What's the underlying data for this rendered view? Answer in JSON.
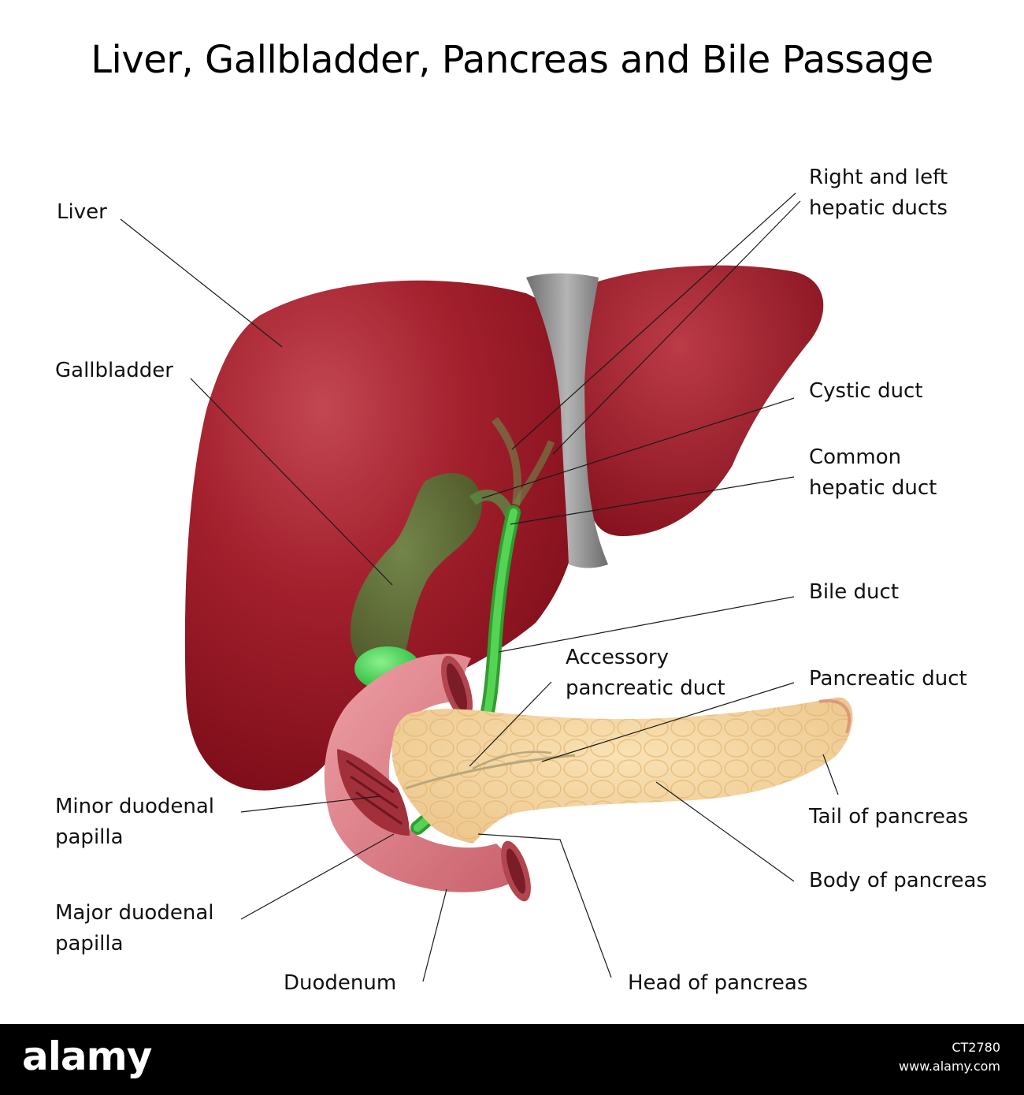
{
  "title": "Liver, Gallbladder, Pancreas and Bile Passage",
  "labels": {
    "liver": "Liver",
    "gallbladder": "Gallbladder",
    "hepatic_ducts_1": "Right and left",
    "hepatic_ducts_2": "hepatic ducts",
    "cystic_duct": "Cystic duct",
    "common_hepatic_1": "Common",
    "common_hepatic_2": "hepatic duct",
    "bile_duct": "Bile duct",
    "accessory_1": "Accessory",
    "accessory_2": "pancreatic duct",
    "pancreatic_duct": "Pancreatic duct",
    "minor_papilla_1": "Minor duodenal",
    "minor_papilla_2": "papilla",
    "major_papilla_1": "Major duodenal",
    "major_papilla_2": "papilla",
    "duodenum": "Duodenum",
    "head_pancreas": "Head of pancreas",
    "tail_pancreas": "Tail of pancreas",
    "body_pancreas": "Body of pancreas"
  },
  "footer": {
    "brand": "alamy",
    "image_id": "CT2780",
    "site": "www.alamy.com"
  },
  "colors": {
    "liver": "#9b1422",
    "ligament": "#8a8a8a",
    "gallbladder": "#4e7a3a",
    "bile_duct": "#3fbf3f",
    "duodenum": "#d9777f",
    "pancreas": "#f3d39a"
  }
}
